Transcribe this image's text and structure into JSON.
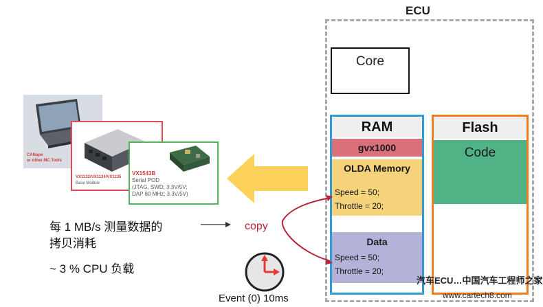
{
  "ecu": {
    "title": "ECU",
    "core_label": "Core",
    "ram_title": "RAM",
    "flash_title": "Flash",
    "code_label": "Code",
    "gvx_label": "gvx1000",
    "olda": {
      "title": "OLDA Memory",
      "line1": "Speed = 50;",
      "line2": "Throttle = 20;"
    },
    "data": {
      "title": "Data",
      "line1": "Speed = 50;",
      "line2": "Throttle = 20;"
    }
  },
  "devices": {
    "canape_line1": "CANape",
    "canape_line2": "or other MC Tools",
    "vx1132_line1": "VX1132/VX1134/VX1135",
    "vx1132_line2": "Base Module",
    "vx1543_title": "VX1543B",
    "vx1543_line1": "Serial POD",
    "vx1543_line2": "(JTAG, SWD; 3.3V/5V;",
    "vx1543_line3": "DAP 80 MHz; 3.3V/5V)"
  },
  "notes": {
    "copy_cost_line1": "每 1 MB/s 测量数据的",
    "copy_cost_line2": "拷贝消耗",
    "cpu_load": "~ 3 % CPU 负载",
    "copy_label": "copy",
    "event_label": "Event (0) 10ms"
  },
  "watermark": {
    "line1": "汽车ECU…中国汽车工程师之家",
    "line2": "www.cartech8.com"
  },
  "colors": {
    "ram_border": "#2e9ad6",
    "flash_border": "#ef7d1e",
    "code_fill": "#4fb386",
    "gvx_fill": "#d9707a",
    "olda_fill": "#f5d37a",
    "data_fill": "#b4b2d9",
    "arrow_yellow": "#fbd15a",
    "copy_red": "#b5243a"
  }
}
